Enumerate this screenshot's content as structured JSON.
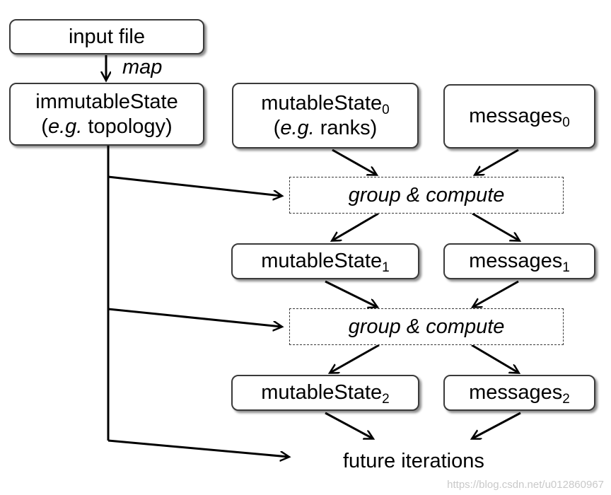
{
  "nodes": {
    "input_file": "input file",
    "immutable_state": {
      "title": "immutableState",
      "note_prefix": "(",
      "note_eg": "e.g.",
      "note_rest": " topology)"
    },
    "mutable_state_0": {
      "title": "mutableState",
      "sub": "0",
      "note_prefix": "(",
      "note_eg": "e.g.",
      "note_rest": " ranks)"
    },
    "messages_0": {
      "title": "messages",
      "sub": "0"
    },
    "group_compute_1": "group & compute",
    "mutable_state_1": {
      "title": "mutableState",
      "sub": "1"
    },
    "messages_1": {
      "title": "messages",
      "sub": "1"
    },
    "group_compute_2": "group & compute",
    "mutable_state_2": {
      "title": "mutableState",
      "sub": "2"
    },
    "messages_2": {
      "title": "messages",
      "sub": "2"
    },
    "future_iterations": "future iterations"
  },
  "edge_labels": {
    "map": "map"
  },
  "watermark": "https://blog.csdn.net/u012860967"
}
